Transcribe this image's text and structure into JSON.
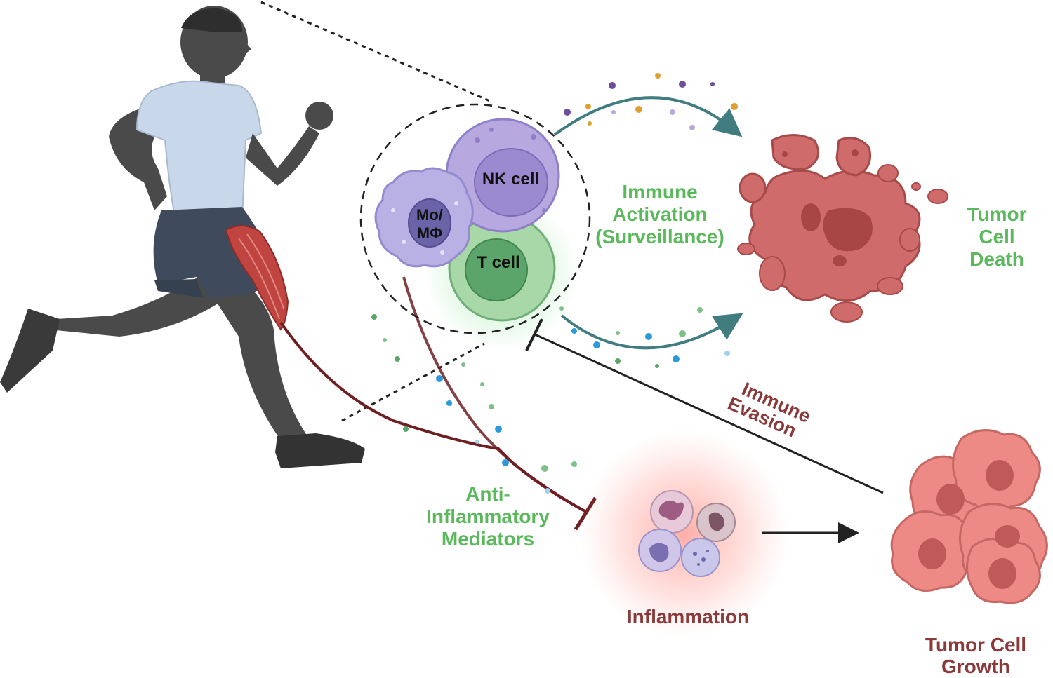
{
  "labels": {
    "nk_cell": "NK cell",
    "mo_line1": "Mo/",
    "mo_line2": "MΦ",
    "t_cell": "T cell",
    "immune_activation_1": "Immune",
    "immune_activation_2": "Activation",
    "immune_activation_3": "(Surveillance)",
    "tumor_death_1": "Tumor",
    "tumor_death_2": "Cell",
    "tumor_death_3": "Death",
    "immune_evasion_1": "Immune",
    "immune_evasion_2": "Evasion",
    "anti_inflammatory_1": "Anti-",
    "anti_inflammatory_2": "Inflammatory",
    "anti_inflammatory_3": "Mediators",
    "inflammation": "Inflammation",
    "tumor_growth_1": "Tumor Cell",
    "tumor_growth_2": "Growth"
  },
  "colors": {
    "label_green": "#5cb85c",
    "label_maroon": "#8a3a3a",
    "runner_skin": "#4a4a4a",
    "runner_shirt": "#c9d7ea",
    "runner_shorts": "#3f4b5c",
    "muscle": "#c0443f",
    "nk_cell": "#b7a8e0",
    "t_cell": "#7fbf8a",
    "macrophage": "#b9b1e3",
    "tumor_dead": "#cf6b6b",
    "tumor_growth": "#ee8a86",
    "arrow_teal": "#2d6f73",
    "mediator_line": "#6e1f22"
  },
  "icons": [
    "runner-icon",
    "muscle-icon",
    "nk-cell-icon",
    "t-cell-icon",
    "macrophage-icon",
    "dying-tumor-icon",
    "neutrophil-icon",
    "growing-tumor-icon"
  ]
}
